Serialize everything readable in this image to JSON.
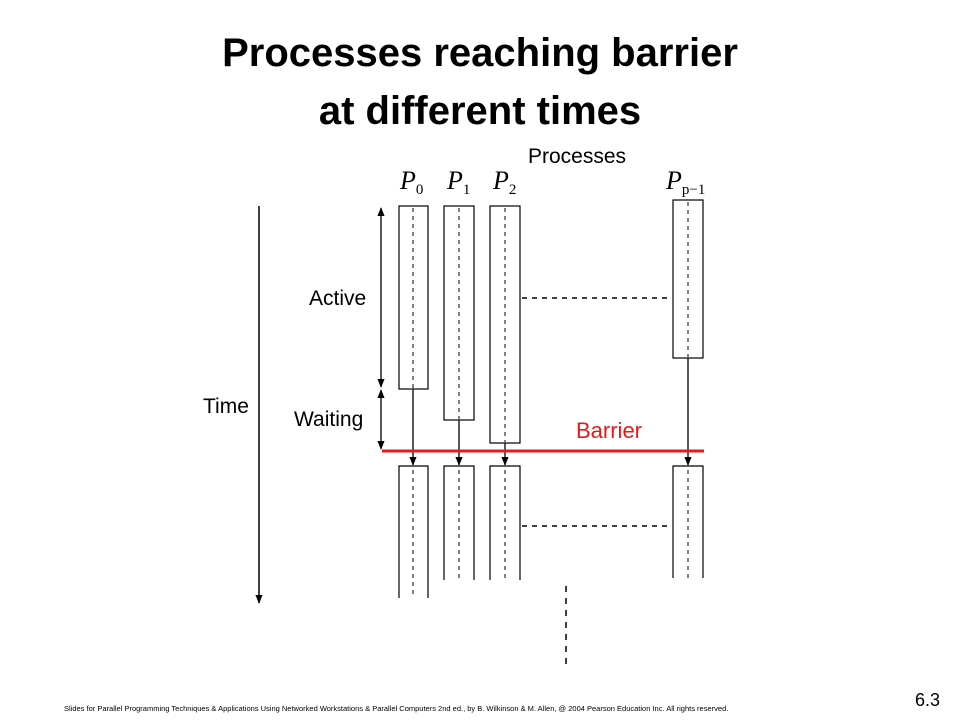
{
  "slide": {
    "title_line1": "Processes reaching barrier",
    "title_line2": "at different times",
    "footer": "Slides for Parallel Programming Techniques & Applications Using Networked Workstations & Parallel Computers 2nd ed., by B. Wilkinson & M. Allen, @ 2004 Pearson Education Inc. All rights reserved.",
    "number": "6.3"
  },
  "diagram": {
    "processes_label": "Processes",
    "time_label": "Time",
    "active_label": "Active",
    "waiting_label": "Waiting",
    "barrier_label": "Barrier",
    "barrier_color": "#e8191c",
    "process_labels": [
      {
        "main": "P",
        "sub": "0"
      },
      {
        "main": "P",
        "sub": "1"
      },
      {
        "main": "P",
        "sub": "2"
      },
      {
        "main": "P",
        "sub": "p−1"
      }
    ]
  }
}
